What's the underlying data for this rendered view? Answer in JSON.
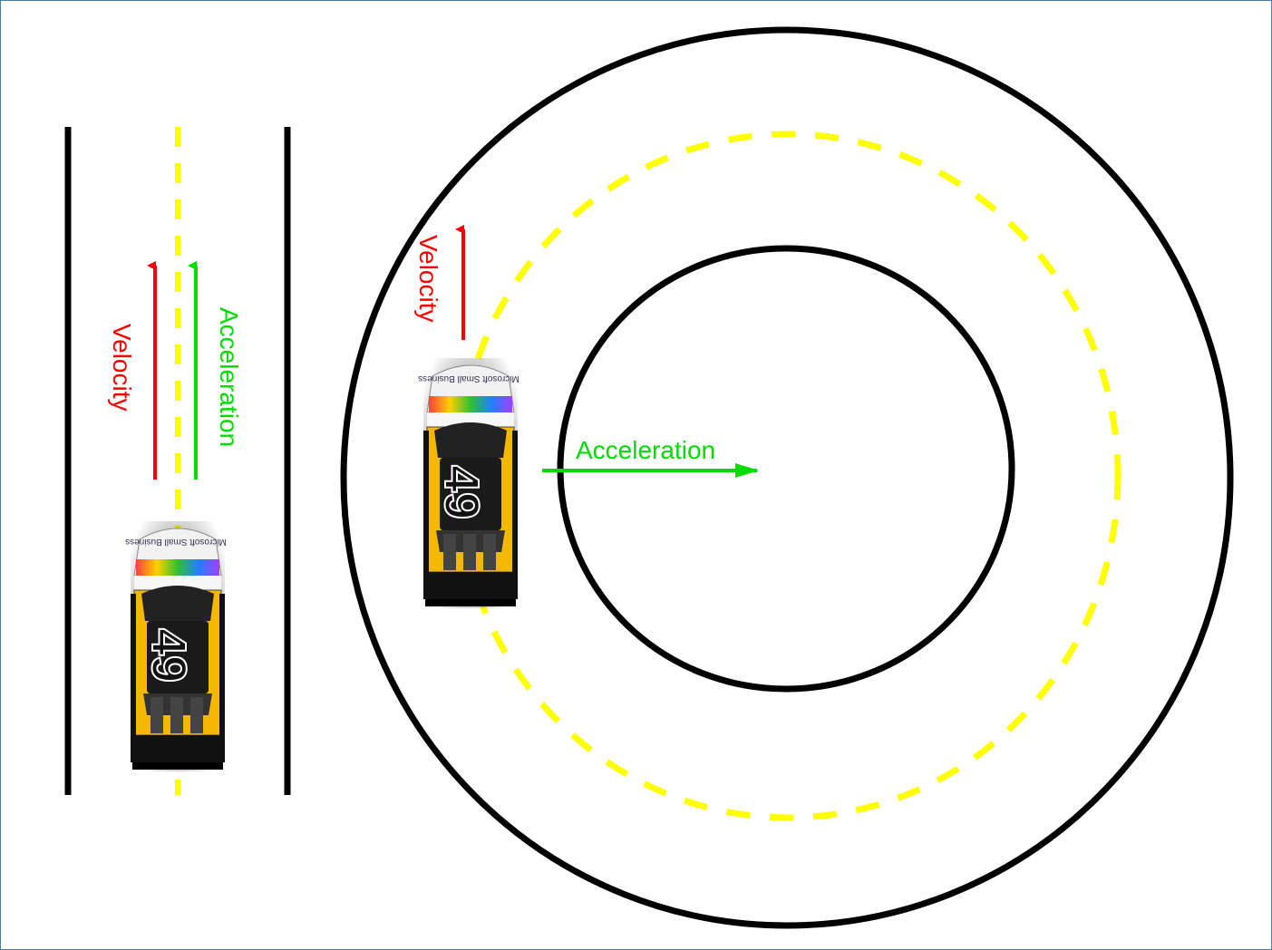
{
  "colors": {
    "velocity": "#ff0000",
    "acceleration": "#00dd00",
    "track_edge": "#000000",
    "center_line": "#ffff00",
    "car_body": "#f5b800",
    "frame_border": "#4a7bb5"
  },
  "straight_scene": {
    "velocity_label": "Velocity",
    "acceleration_label": "Acceleration"
  },
  "circular_scene": {
    "velocity_label": "Velocity",
    "acceleration_label": "Acceleration"
  },
  "car": {
    "number": "49",
    "sponsor": "Microsoft Small Business",
    "icon": "race-car-icon"
  }
}
